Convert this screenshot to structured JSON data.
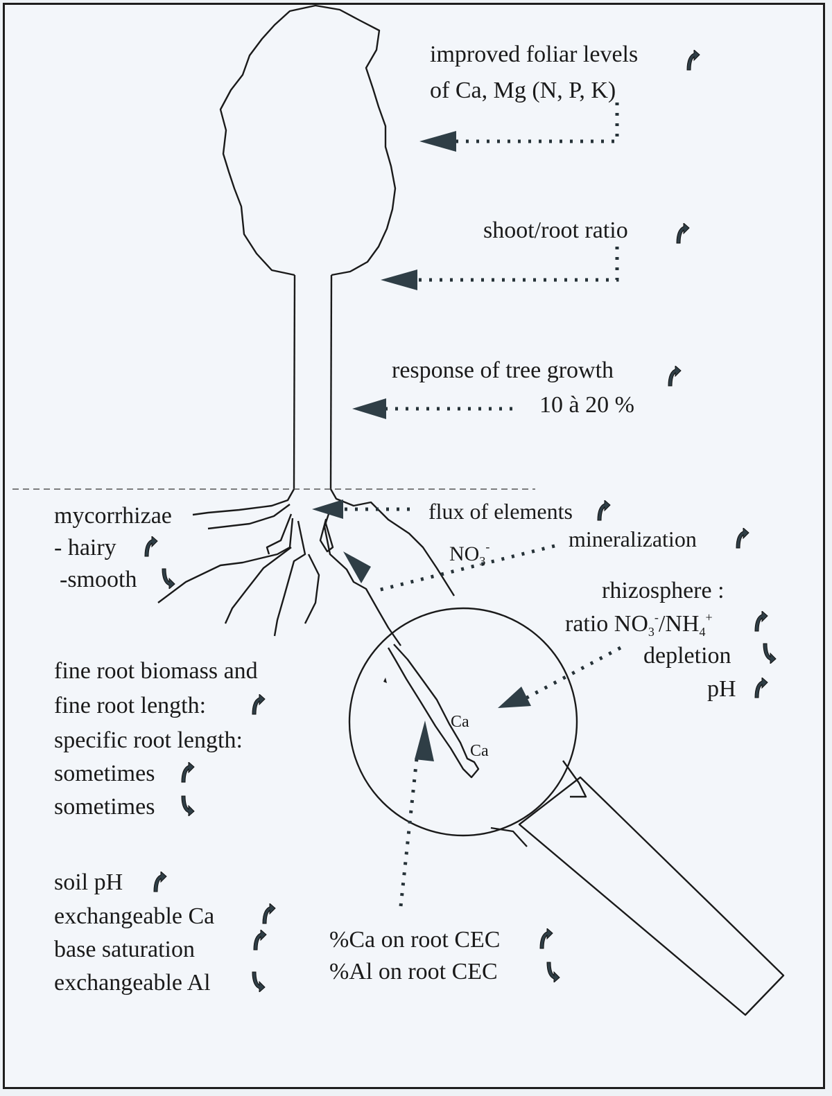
{
  "colors": {
    "ink": "#1a1a1a",
    "arrow_fill": "#2f3e46",
    "background": "#f3f6fa"
  },
  "icons": {
    "increase": "curved-up-arrow-icon",
    "decrease": "curved-down-arrow-icon"
  },
  "labels": {
    "foliar_1": "improved foliar levels",
    "foliar_2": "of Ca, Mg (N, P, K)",
    "shoot_root": "shoot/root ratio",
    "growth_1": "response of tree growth",
    "growth_2": "10 à 20 %",
    "flux": "flux of elements",
    "mineralization": "mineralization",
    "no3": "NO",
    "no3_sub": "3",
    "no3_sup": "-",
    "rhizosphere": "rhizosphere :",
    "ratio_prefix": "ratio NO",
    "ratio_sub1": "3",
    "ratio_sup1": "-",
    "ratio_mid": "/NH",
    "ratio_sub2": "4",
    "ratio_sup2": "+",
    "depletion": "depletion",
    "ph": "pH",
    "myco": "mycorrhizae",
    "hairy": "- hairy",
    "smooth": "-smooth",
    "fine_1": "fine root biomass and",
    "fine_2": "fine root length:",
    "specific": "specific root length:",
    "sometimes_up": "sometimes",
    "sometimes_down": "sometimes",
    "soil_ph": "soil pH",
    "exch_ca": "exchangeable Ca",
    "base_sat": "base saturation",
    "exch_al": "exchangeable Al",
    "ca_cec": "%Ca on root CEC",
    "al_cec": "%Al on root  CEC",
    "ca_1": "Ca",
    "ca_2": "Ca"
  }
}
